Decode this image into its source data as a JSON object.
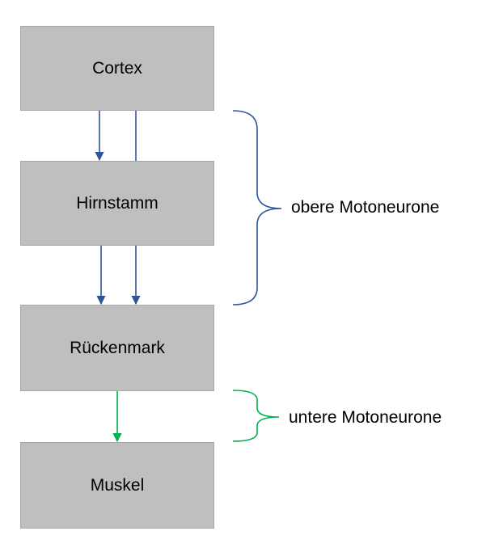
{
  "nodes": {
    "cortex": "Cortex",
    "hirnstamm": "Hirnstamm",
    "rueckenmark": "Rückenmark",
    "muskel": "Muskel"
  },
  "brackets": {
    "upper": "obere Motoneurone",
    "lower": "untere Motoneurone"
  },
  "colors": {
    "box_fill": "#bfbfbf",
    "upper_arrow": "#2f5597",
    "lower_arrow": "#00b050"
  }
}
